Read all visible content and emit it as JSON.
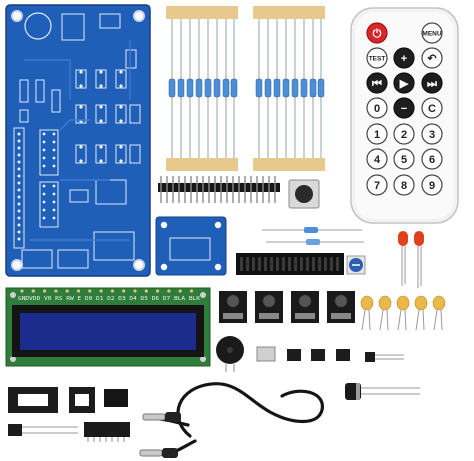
{
  "remote": {
    "buttons": [
      {
        "label": "⏻",
        "icon": "power-icon"
      },
      {
        "label": "MENU"
      },
      {
        "label": "TEST"
      },
      {
        "label": "+",
        "icon": "plus-icon"
      },
      {
        "label": "↶",
        "icon": "back-icon"
      },
      {
        "label": "⏮",
        "icon": "prev-icon"
      },
      {
        "label": "▶",
        "icon": "play-icon"
      },
      {
        "label": "⏭",
        "icon": "next-icon"
      },
      {
        "label": "0"
      },
      {
        "label": "−",
        "icon": "minus-icon"
      },
      {
        "label": "C"
      },
      {
        "label": "1"
      },
      {
        "label": "2"
      },
      {
        "label": "3"
      },
      {
        "label": "4"
      },
      {
        "label": "5"
      },
      {
        "label": "6"
      },
      {
        "label": "7"
      },
      {
        "label": "8"
      },
      {
        "label": "9"
      }
    ]
  },
  "lcd": {
    "pin_labels": "GNDVDD V0 RS RW E D0 D1 D2 D3 D4 D5 D6 D7 BLA BLK"
  },
  "colors": {
    "pcb_blue": "#1f5fb8",
    "lcd_green": "#2f7d3a",
    "lcd_screen": "#1c2c8c",
    "remote_white": "#f2f2f2",
    "power_red": "#d8262a",
    "led_red": "#e0401a",
    "capacitor_yellow": "#e8b84a",
    "cable_black": "#151515"
  }
}
